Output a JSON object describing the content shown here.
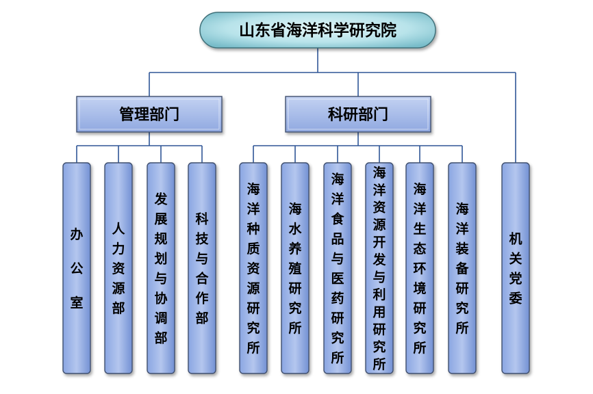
{
  "root": {
    "label": "山东省海洋科学研究院"
  },
  "groups": [
    {
      "label": "管理部门",
      "children": [
        "办公室",
        "人力资源部",
        "发展规划与协调部",
        "科技与合作部"
      ]
    },
    {
      "label": "科研部门",
      "children": [
        "海洋种质资源研究所",
        "海水养殖研究所",
        "海洋食品与医药研究所",
        "海洋资源开发与利用研究所",
        "海洋生态环境研究所",
        "海洋装备研究所"
      ]
    }
  ],
  "standalone": [
    {
      "label": "机关党委"
    }
  ],
  "colors": {
    "connector": "#2e5596",
    "box_fill_top": "#b9c8ec",
    "box_fill_bottom": "#7a97d8",
    "box_border": "#3f4f6e",
    "root_fill_center": "#cdeef3",
    "root_fill_edge": "#7fc3cf",
    "root_border": "#3f6f78",
    "text": "#000000"
  }
}
